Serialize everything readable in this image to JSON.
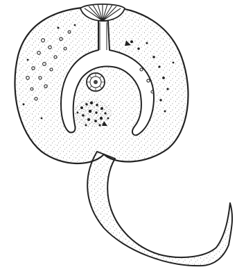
{
  "figure": {
    "kind": "line-drawing",
    "subject": "cell-illustration",
    "style": "stippled-ink",
    "colors": {
      "ink": "#222222",
      "paper": "#ffffff",
      "stipple": "#555555"
    },
    "parts": [
      "cell-body",
      "tail",
      "apical-cap",
      "canal",
      "inner-u-vacuole",
      "nucleus",
      "granule-cluster",
      "dot-particles"
    ]
  }
}
